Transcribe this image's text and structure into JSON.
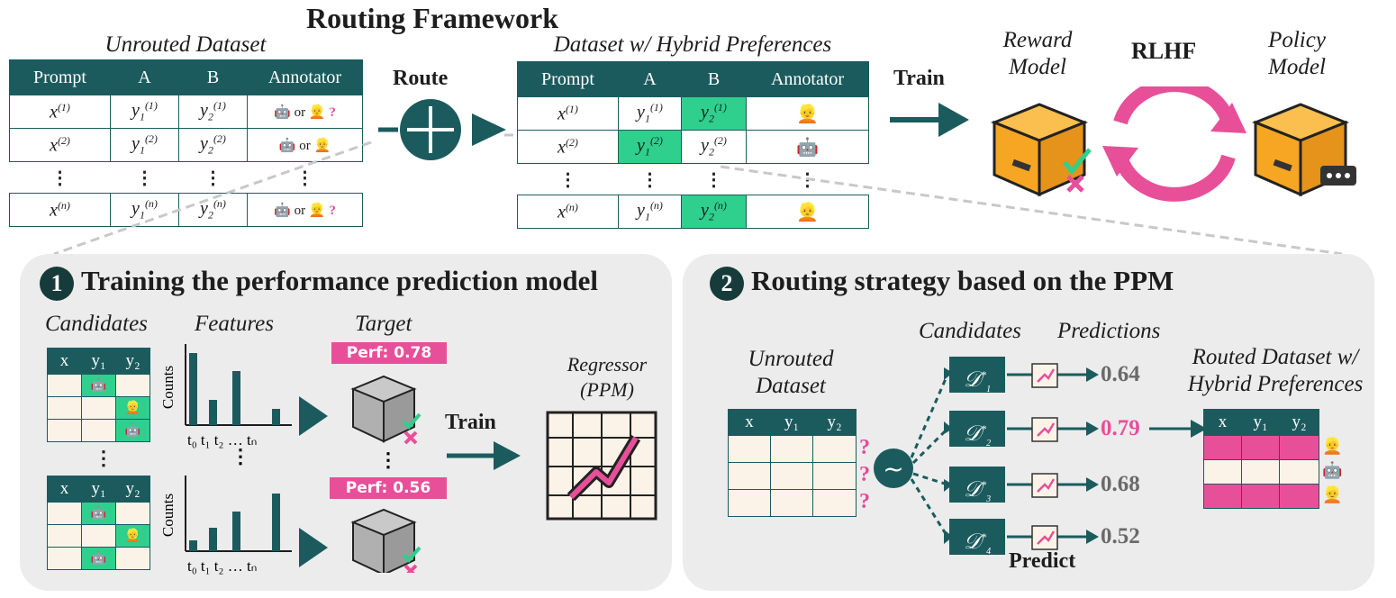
{
  "title": "Routing Framework",
  "unrouted_caption": "Unrouted Dataset",
  "hybrid_caption": "Dataset w/ Hybrid Preferences",
  "route_label": "Route",
  "train_label": "Train",
  "rlhf_label": "RLHF",
  "reward_model_label": "Reward Model",
  "policy_model_label": "Policy Model",
  "table_headers": [
    "Prompt",
    "A",
    "B",
    "Annotator"
  ],
  "or_label": "or",
  "question_mark": "?",
  "ellipsis": "⋮",
  "panel1": {
    "number": "1",
    "title": "Training the performance prediction model",
    "candidates": "Candidates",
    "features": "Features",
    "target": "Target",
    "perf1": "Perf: 0.78",
    "perf2": "Perf: 0.56",
    "counts": "Counts",
    "train": "Train",
    "regressor": "Regressor",
    "ppm": "(PPM)",
    "mini_headers": [
      "x",
      "y₁",
      "y₂"
    ]
  },
  "panel2": {
    "number": "2",
    "title": "Routing strategy based on the PPM",
    "unrouted": "Unrouted",
    "dataset": "Dataset",
    "candidates": "Candidates",
    "predictions": "Predictions",
    "routed": "Routed Dataset w/",
    "hybrid": "Hybrid Preferences",
    "predict": "Predict",
    "tilde": "~",
    "mini_headers": [
      "x",
      "y₁",
      "y₂"
    ],
    "pred_values": [
      "0.64",
      "0.79",
      "0.68",
      "0.52"
    ]
  },
  "colors": {
    "teal": "#1b5b5e",
    "green": "#2fcf8d",
    "pink": "#e84f99",
    "box": "#f6a623"
  }
}
